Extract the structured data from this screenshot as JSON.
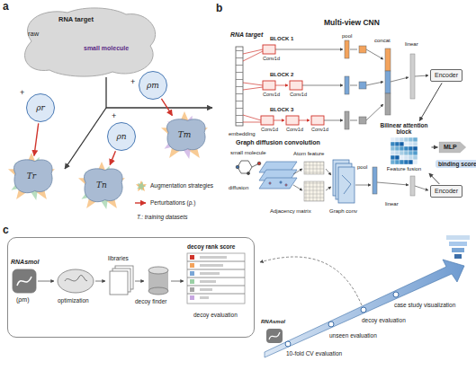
{
  "diagram": {
    "nodes": [
      {
        "text": [
          "raw",
          "RNA target",
          "small molecule"
        ]
      },
      {
        "text": [
          "ρr"
        ]
      },
      {
        "text": [
          "ρm"
        ]
      },
      {
        "text": [
          "ρn"
        ]
      },
      {
        "text": [
          "Tr"
        ]
      },
      {
        "text": [
          "Tm"
        ]
      },
      {
        "text": [
          "Tn"
        ]
      },
      {
        "text": [
          "Multi-view CNN"
        ]
      },
      {
        "text": [
          "Encoder"
        ],
        "in": 7
      },
      {
        "text": [
          "Encoder"
        ],
        "in": 7
      },
      {
        "text": [
          "Bilinear attention block",
          "Feature fusion"
        ],
        "in": 7
      },
      {
        "text": [
          "MLP"
        ],
        "in": 7
      },
      {
        "text": [
          "decoy evaluation"
        ]
      }
    ],
    "edges": [
      {
        "from": 1,
        "to": 4,
        "arrow": "to"
      },
      {
        "from": 2,
        "to": 5,
        "arrow": "to"
      },
      {
        "from": 3,
        "to": 6,
        "arrow": "to"
      },
      {
        "from": 8,
        "to": 10,
        "arrow": "to"
      },
      {
        "from": 9,
        "to": 10,
        "arrow": "to"
      },
      {
        "from": 10,
        "to": 11,
        "arrow": "to"
      }
    ],
    "labels": [
      "a",
      "+",
      "+",
      "+",
      "T.: training datasets",
      "b",
      "RNA target",
      "embedding",
      "BLOCK 1",
      "Conv1d",
      "BLOCK 2",
      "Conv1d",
      "Conv1d",
      "BLOCK 3",
      "Conv1d",
      "Conv1d",
      "Conv1d",
      "pool",
      "concat",
      "linear",
      "Graph diffusion convolution",
      "small molecule",
      "diffusion",
      "Atom feature",
      "Adjacency matrix",
      "Graph conv",
      "pool",
      "linear",
      "binding score",
      "c",
      "RNAsmol",
      "(ρm)",
      "optimization",
      "libraries",
      "decoy finder",
      "decoy rank score",
      "RNAsmol",
      "10-fold CV evaluation",
      "unseen evaluation",
      "decoy evaluation",
      "case study visualization"
    ],
    "legend": [
      {
        "text": "Augmentation strategies"
      },
      {
        "text": "Perturbations (ρ.)"
      }
    ]
  }
}
